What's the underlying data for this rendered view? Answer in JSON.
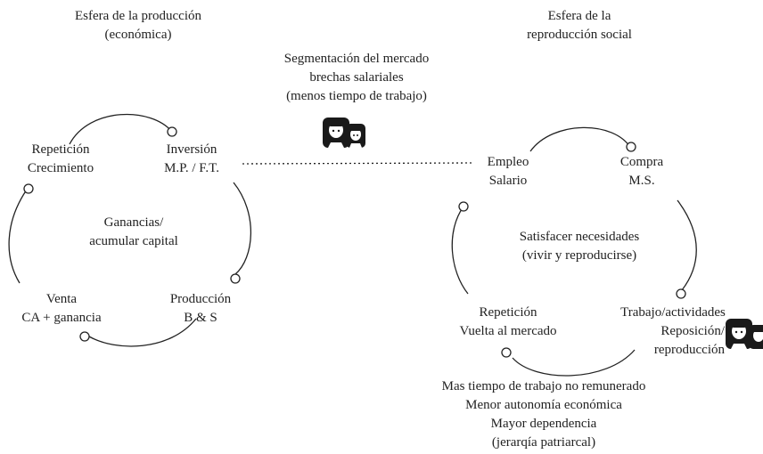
{
  "left_sphere": {
    "title": [
      "Esfera de la producción",
      "(económica)"
    ],
    "center": [
      "Ganancias/",
      "acumular capital"
    ],
    "nodes": {
      "repeticion": [
        "Repetición",
        "Crecimiento"
      ],
      "inversion": [
        "Inversión",
        "M.P. / F.T."
      ],
      "produccion": [
        "Producción",
        "B & S"
      ],
      "venta": [
        "Venta",
        "CA + ganancia"
      ]
    }
  },
  "middle": {
    "note": [
      "Segmentación del mercado",
      "brechas salariales",
      "(menos tiempo de trabajo)"
    ]
  },
  "right_sphere": {
    "title": [
      "Esfera de la",
      "reproducción social"
    ],
    "center": [
      "Satisfacer necesidades",
      "(vivir y reproducirse)"
    ],
    "nodes": {
      "empleo": [
        "Empleo",
        "Salario"
      ],
      "compra": [
        "Compra",
        "M.S."
      ],
      "trabajo": [
        "Trabajo/actividades",
        "Reposición/",
        "reproducción"
      ],
      "repeticion": [
        "Repetición",
        "Vuelta al mercado"
      ]
    },
    "bottom_note": [
      "Mas tiempo de trabajo no remunerado",
      "Menor autonomía económica",
      "Mayor dependencia",
      "(jerarqía patriarcal)"
    ]
  },
  "icons": [
    "women-pair-icon"
  ]
}
